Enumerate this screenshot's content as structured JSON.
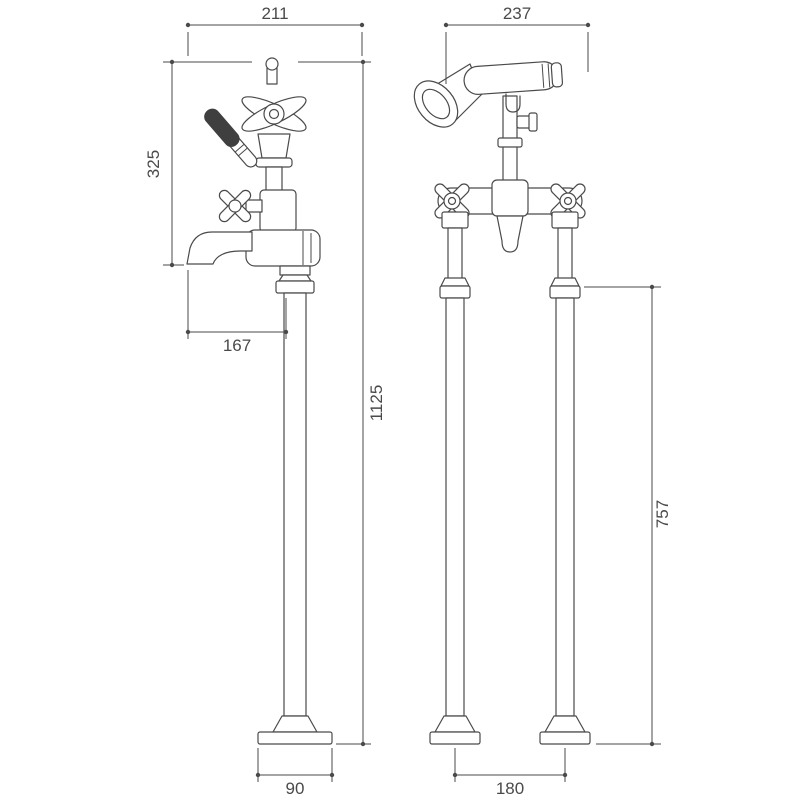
{
  "colors": {
    "line": "#4a4a4a",
    "text": "#4a4a4a",
    "lever_grip": "#3f3f3f",
    "background": "#ffffff"
  },
  "views": {
    "side_view": {
      "dims": {
        "top_width": "211",
        "upper_section_height": "325",
        "spout_projection": "167",
        "overall_height": "1125",
        "base_width": "90"
      }
    },
    "front_view": {
      "dims": {
        "top_width": "237",
        "column_height": "757",
        "base_spacing": "180"
      }
    }
  }
}
